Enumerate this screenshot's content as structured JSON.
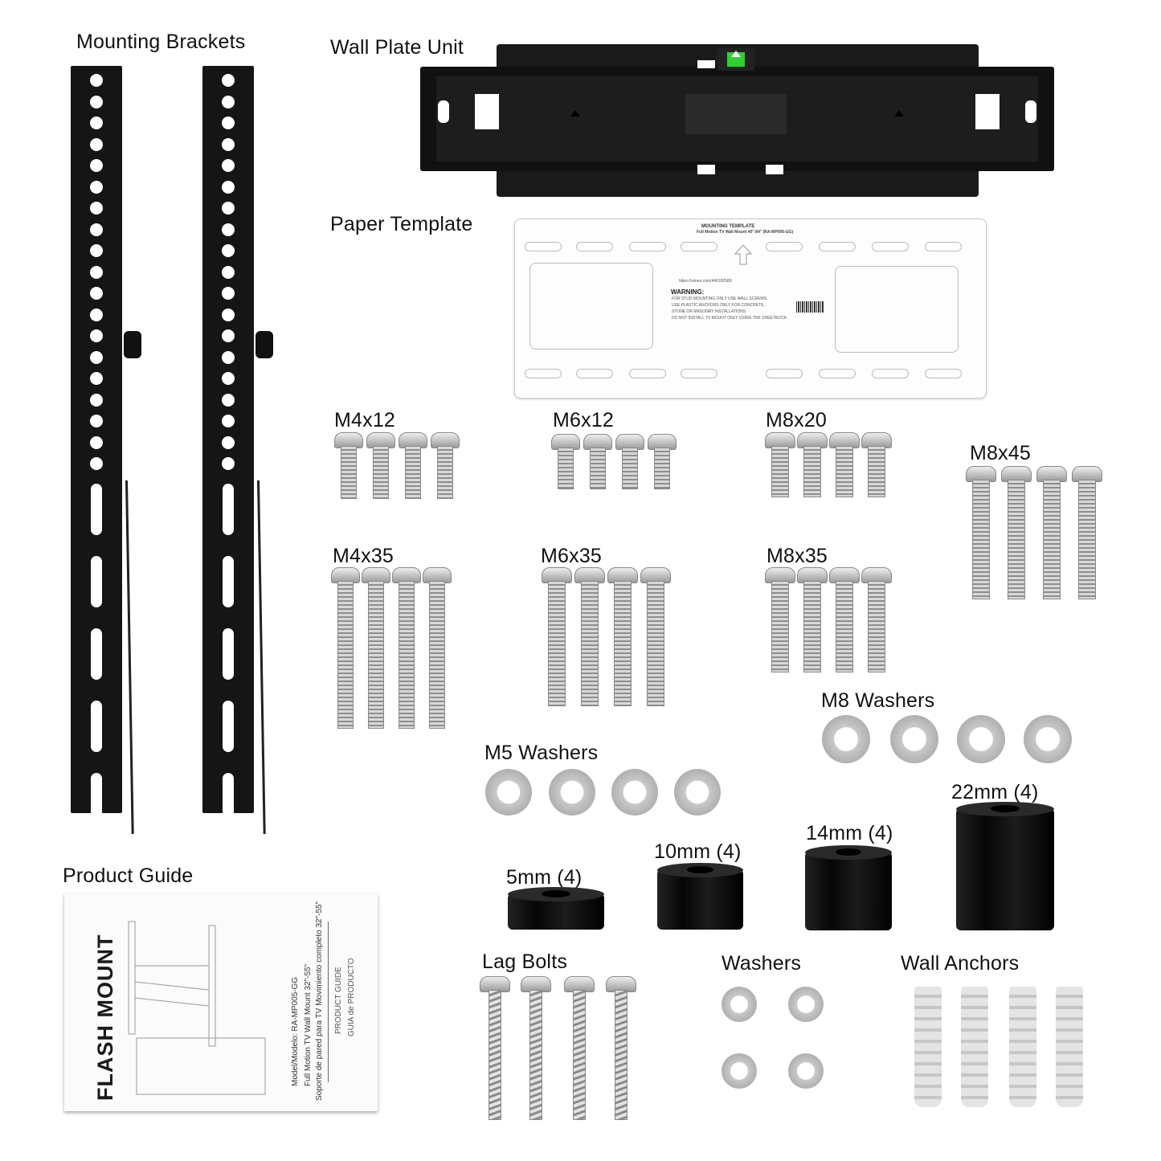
{
  "labels": {
    "mounting_brackets": "Mounting Brackets",
    "wall_plate_unit": "Wall Plate Unit",
    "paper_template": "Paper Template",
    "product_guide": "Product Guide",
    "m4x12": "M4x12",
    "m6x12": "M6x12",
    "m8x20": "M8x20",
    "m8x45": "M8x45",
    "m4x35": "M4x35",
    "m6x35": "M6x35",
    "m8x35": "M8x35",
    "m8_washers": "M8 Washers",
    "m5_washers": "M5 Washers",
    "spacer_5": "5mm (4)",
    "spacer_10": "10mm (4)",
    "spacer_14": "14mm (4)",
    "spacer_22": "22mm (4)",
    "lag_bolts": "Lag Bolts",
    "washers": "Washers",
    "wall_anchors": "Wall Anchors"
  },
  "template": {
    "title": "MOUNTING TEMPLATE",
    "subtitle": "Full Motion TV Wall Mount 40\"-84\" (RA-MP006-GG)",
    "url": "https://vimeo.com/440182589",
    "warning_title": "WARNING:",
    "warning_lines": [
      "FOR STUD MOUNTING ONLY USE WALL SCREWS.",
      "USE PLASTIC ANCHORS ONLY FOR CONCRETE,",
      "STONE OR MASONRY INSTALLATIONS.",
      "DO NOT INSTALL  TV MOUNT ONLY USING THE SHEETROCK."
    ]
  },
  "guide": {
    "brand": "FLASH MOUNT",
    "model": "Model/Modelo: RA-MP005-GG",
    "name_en": "Full Motion TV Wall Mount 32\"-55\"",
    "name_es": "Soporte de pared para TV Movimiento completo 32\"-55\"",
    "title_en": "PRODUCT GUIDE",
    "title_es": "GUIA de PRODUCTO"
  },
  "quantities": {
    "screws_per_size": 4,
    "washers_per_set": 4,
    "spacers_per_size": 4,
    "lag_bolts": 4,
    "wall_anchors": 4
  },
  "colors": {
    "metal": "#b5b5b5",
    "black_parts": "#111111",
    "level_bubble": "#2fd12f"
  }
}
